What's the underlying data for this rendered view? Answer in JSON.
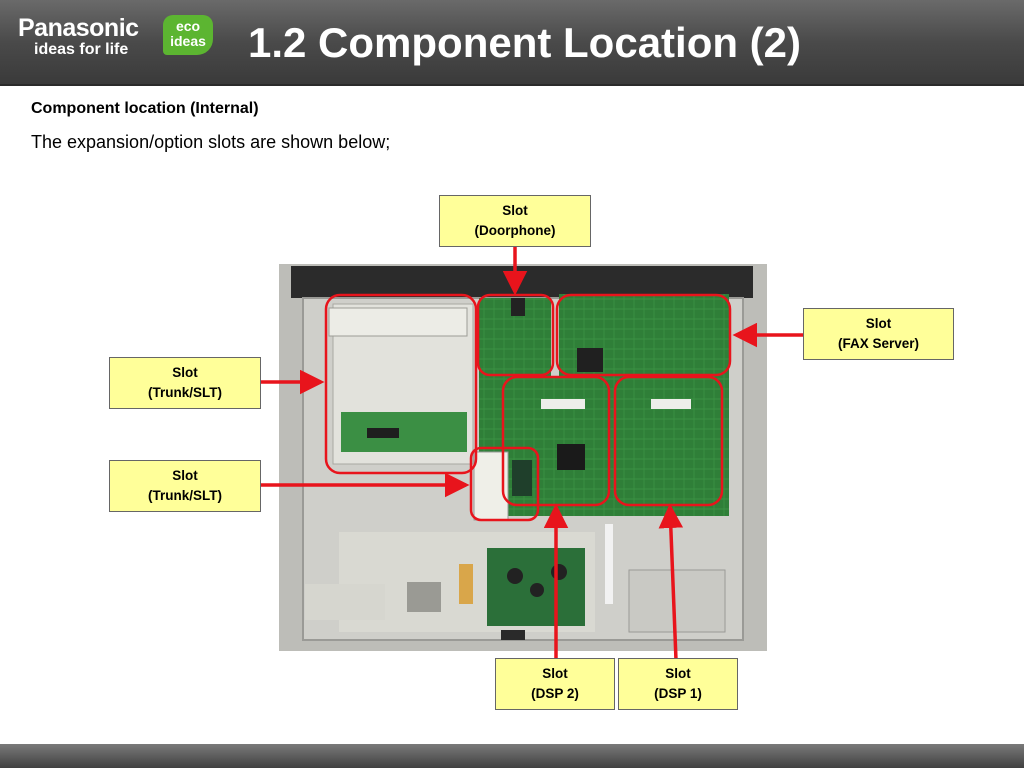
{
  "header": {
    "brand": "Panasonic",
    "tagline": "ideas for life",
    "eco_line1": "eco",
    "eco_line2": "ideas",
    "title": "1.2 Component Location (2)"
  },
  "content": {
    "subheading": "Component location (Internal)",
    "intro": "The expansion/option slots are shown below;"
  },
  "labels": {
    "doorphone": {
      "line1": "Slot",
      "line2": "(Doorphone)"
    },
    "fax_server": {
      "line1": "Slot",
      "line2": "(FAX Server)"
    },
    "trunk_slt_1": {
      "line1": "Slot",
      "line2": "(Trunk/SLT)"
    },
    "trunk_slt_2": {
      "line1": "Slot",
      "line2": "(Trunk/SLT)"
    },
    "dsp2": {
      "line1": "Slot",
      "line2": "(DSP 2)"
    },
    "dsp1": {
      "line1": "Slot",
      "line2": "(DSP 1)"
    }
  },
  "colors": {
    "callout_red": "#e8141c",
    "label_fill": "#ffff99",
    "pcb_green": "#2e7d35",
    "eco_green": "#5cb531"
  }
}
